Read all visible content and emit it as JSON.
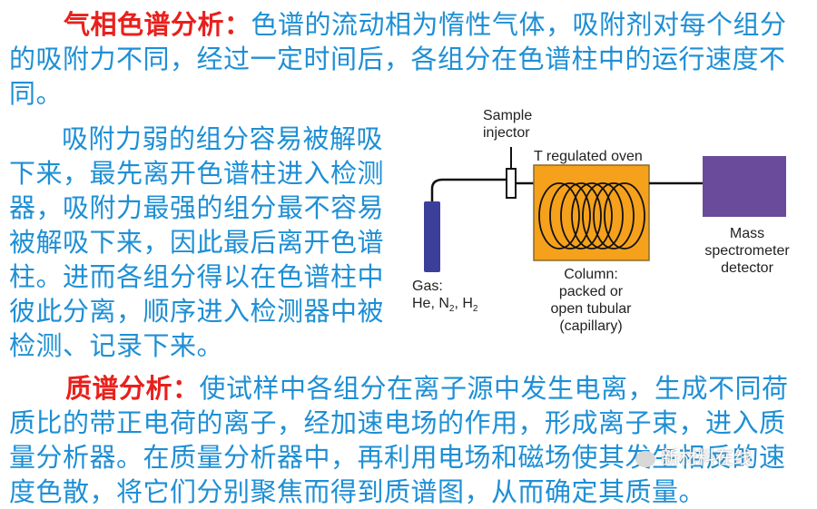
{
  "section1": {
    "title": "气相色谱分析",
    "colon": "：",
    "body": "色谱的流动相为惰性气体，吸附剂对每个组分的吸附力不同，经过一定时间后，各组分在色谱柱中的运行速度不同。"
  },
  "section2": {
    "body": "吸附力弱的组分容易被解吸下来，最先离开色谱柱进入检测器，吸附力最强的组分最不容易被解吸下来，因此最后离开色谱柱。进而各组分得以在色谱柱中彼此分离，顺序进入检测器中被检测、记录下来。"
  },
  "section3": {
    "title": "质谱分析",
    "colon": "：",
    "body": "使试样中各组分在离子源中发生电离，生成不同荷质比的带正电荷的离子，经加速电场的作用，形成离子束，进入质量分析器。在质量分析器中，再利用电场和磁场使其发生相反的速度色散，将它们分别聚焦而得到质谱图，从而确定其质量。"
  },
  "diagram": {
    "sample_line1": "Sample",
    "sample_line2": "injector",
    "oven": "T regulated oven",
    "gas_line1": "Gas:",
    "gas_he": "He, N",
    "gas_n_sub": "2",
    "gas_sep": ", H",
    "gas_h_sub": "2",
    "column_line1": "Column:",
    "column_line2": "packed or",
    "column_line3": "open tubular",
    "column_line4": "(capillary)",
    "ms_line1": "Mass",
    "ms_line2": "spectrometer",
    "ms_line3": "detector",
    "colors": {
      "gas_tank": "#3b3f9a",
      "oven": "#f5a11c",
      "ms_box": "#6a4a9a"
    }
  },
  "watermark": {
    "text": "新材料在线"
  }
}
